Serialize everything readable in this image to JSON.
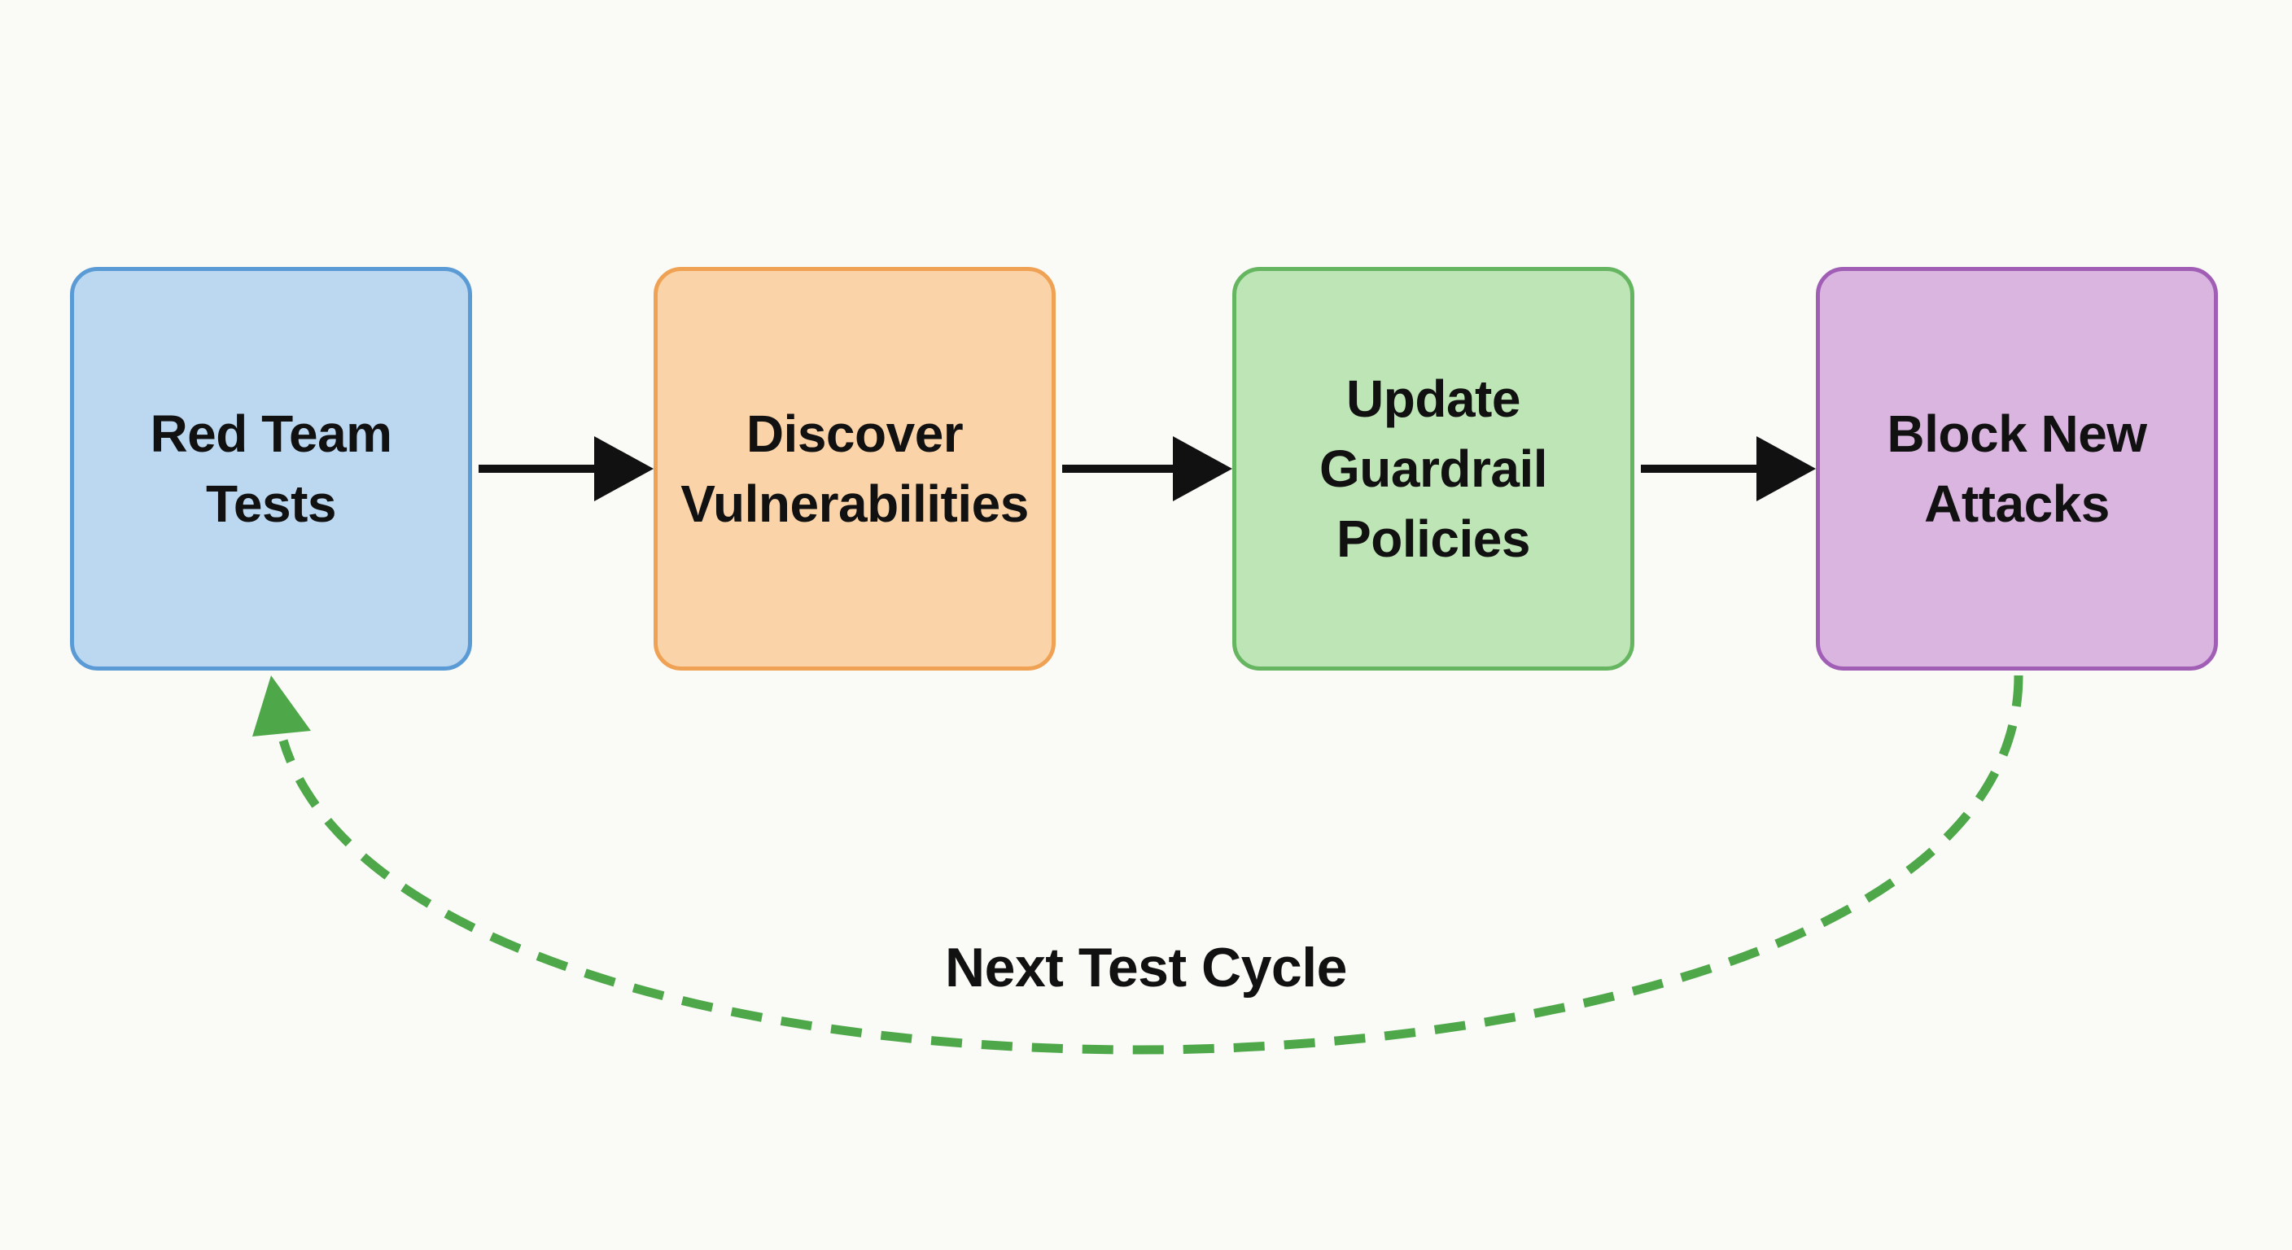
{
  "steps": [
    {
      "label": "Red Team\nTests",
      "fill": "#bcd8f1",
      "border": "#5b9bd5"
    },
    {
      "label": "Discover\nVulnerabilities",
      "fill": "#fad4a8",
      "border": "#f0a254"
    },
    {
      "label": "Update\nGuardrail\nPolicies",
      "fill": "#bde5b5",
      "border": "#66b560"
    },
    {
      "label": "Block New\nAttacks",
      "fill": "#d9b5e0",
      "border": "#a05eb5"
    }
  ],
  "cycle": {
    "label": "Next Test Cycle",
    "color": "#4ea84a"
  },
  "arrow_color": "#111111",
  "background": "#fafaf7"
}
